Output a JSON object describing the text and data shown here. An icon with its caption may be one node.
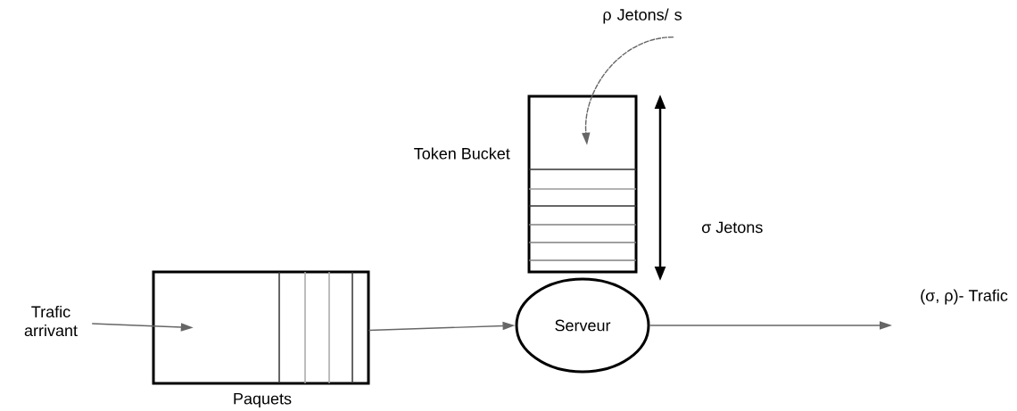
{
  "diagram": {
    "nodes": [
      {
        "text": [
          "Trafic arrivant"
        ]
      },
      {
        "text": [
          "Paquets"
        ]
      },
      {
        "text": [
          "Token Bucket"
        ]
      },
      {
        "text": [
          "Serveur"
        ]
      },
      {
        "text": [
          "ρ Jetons/ s"
        ]
      }
    ],
    "edges": [
      {
        "from": 0,
        "to": 1,
        "arrow": "to"
      },
      {
        "from": 1,
        "to": 3,
        "arrow": "to"
      },
      {
        "from": 3,
        "to": null,
        "arrow": "to"
      },
      {
        "from": 4,
        "to": 2,
        "arrow": "to",
        "style": "dashed"
      }
    ],
    "labels": [
      "σ Jetons",
      "(σ, ρ)- Trafic"
    ]
  }
}
